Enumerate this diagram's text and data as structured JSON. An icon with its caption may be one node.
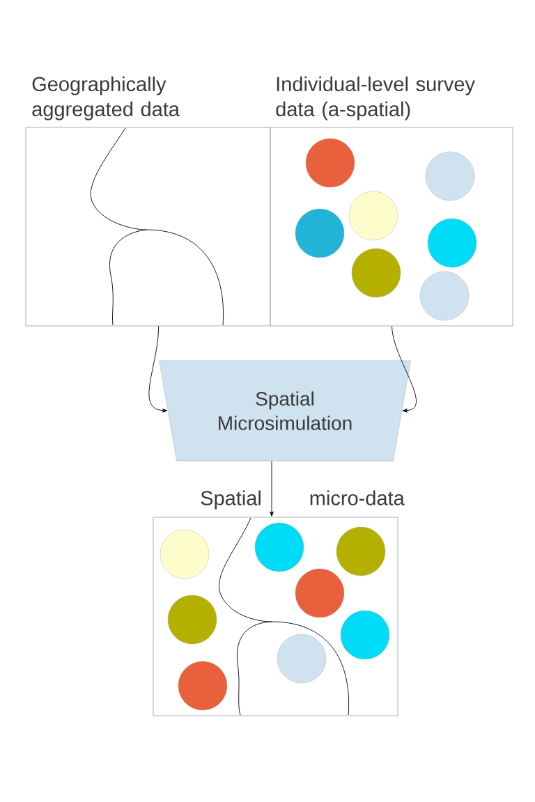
{
  "diagram": {
    "nodes": [
      {
        "text": [
          "Geographically aggregated data"
        ]
      },
      {
        "text": [
          "Individual-level survey data (a-spatial)"
        ]
      },
      {
        "text": [
          "Spatial Microsimulation"
        ]
      },
      {
        "text": [
          "Spatial micro-data"
        ]
      }
    ],
    "edges": [
      {
        "from": 0,
        "to": 2,
        "arrow": "to"
      },
      {
        "from": 1,
        "to": 2,
        "arrow": "to"
      },
      {
        "from": 2,
        "to": 3,
        "arrow": "to"
      }
    ]
  }
}
